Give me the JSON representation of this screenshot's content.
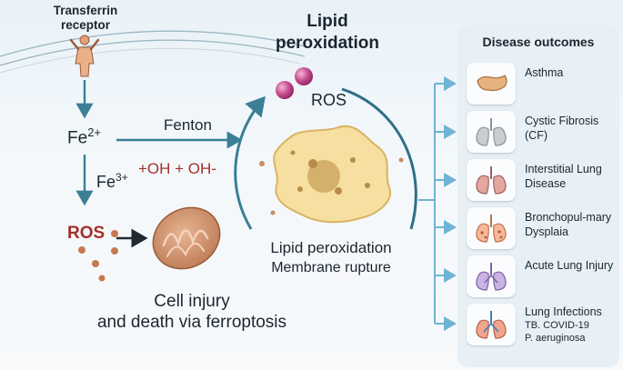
{
  "left": {
    "receptor_label": "Transferrin\nreceptor",
    "fe2": "Fe",
    "fe2_sup": "2+",
    "fe3": "Fe",
    "fe3_sup": "3+",
    "ros": "ROS",
    "injury_line1": "Cell injury",
    "injury_line2": "and death via ferroptosis"
  },
  "center": {
    "title_line1": "Lipid",
    "title_line2": "peroxidation",
    "ros": "ROS",
    "fenton": "Fenton",
    "radicals": "+OH + OH-",
    "caption_line1": "Lipid peroxidation",
    "caption_line2": "Membrane rupture"
  },
  "outcomes": {
    "title": "Disease outcomes",
    "items": [
      {
        "icon": "asthma-airway-icon",
        "label": "Asthma",
        "sub": ""
      },
      {
        "icon": "gray-lungs-icon",
        "label": "Cystic Fibrosis (CF)",
        "sub": ""
      },
      {
        "icon": "pink-lungs-icon",
        "label": "Interstitial Lung Disease",
        "sub": ""
      },
      {
        "icon": "spotted-lungs-icon",
        "label": "Bronchopul-mary Dysplaia",
        "sub": ""
      },
      {
        "icon": "purple-lungs-icon",
        "label": "Acute Lung Injury",
        "sub": ""
      },
      {
        "icon": "infected-lungs-icon",
        "label": "Lung Infections",
        "sub": "TB. COVID-19\nP. aeruginosa"
      }
    ]
  },
  "colors": {
    "teal": "#3b7f96",
    "arrow_blue": "#6fb4d3",
    "red": "#a3302a",
    "ros_pink": "#b8387a",
    "cell_fill": "#f6dfa0",
    "mito": "#c98a66"
  }
}
